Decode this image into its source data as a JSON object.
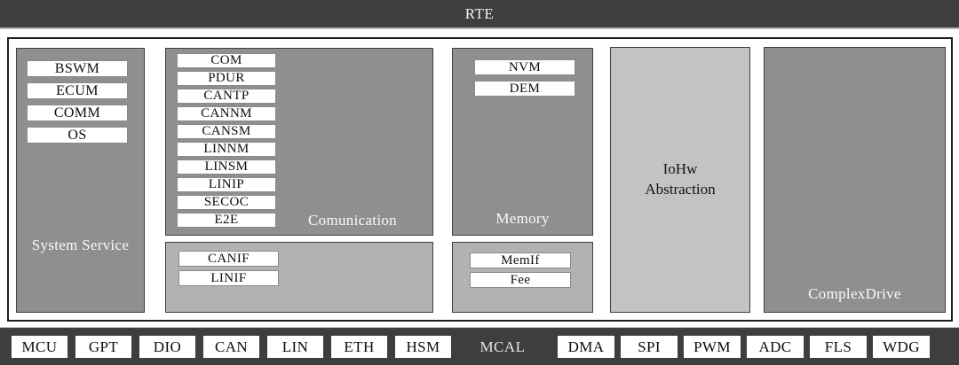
{
  "palette": {
    "dark_bar": "#3e3e3e",
    "layer_gray": "#8f8f8f",
    "interface_gray": "#b2b2b2",
    "abstraction_gray": "#c3c3c3",
    "chip_white": "#ffffff"
  },
  "rte": {
    "label": "RTE"
  },
  "layers": {
    "system_service": {
      "label": "System Service",
      "modules": [
        "BSWM",
        "ECUM",
        "COMM",
        "OS"
      ]
    },
    "communication": {
      "label": "Comunication",
      "modules": [
        "COM",
        "PDUR",
        "CANTP",
        "CANNM",
        "CANSM",
        "LINNM",
        "LINSM",
        "LINIP",
        "SECOC",
        "E2E"
      ],
      "interfaces": [
        "CANIF",
        "LINIF"
      ]
    },
    "memory": {
      "label": "Memory",
      "modules": [
        "NVM",
        "DEM"
      ],
      "interfaces": [
        "MemIf",
        "Fee"
      ]
    },
    "iohw_abstraction": {
      "line1": "IoHw",
      "line2": "Abstraction"
    },
    "complex_drive": {
      "label": "ComplexDrive"
    }
  },
  "mcal": {
    "label": "MCAL",
    "left_modules": [
      "MCU",
      "GPT",
      "DIO",
      "CAN",
      "LIN",
      "ETH",
      "HSM"
    ],
    "right_modules": [
      "DMA",
      "SPI",
      "PWM",
      "ADC",
      "FLS",
      "WDG"
    ]
  }
}
